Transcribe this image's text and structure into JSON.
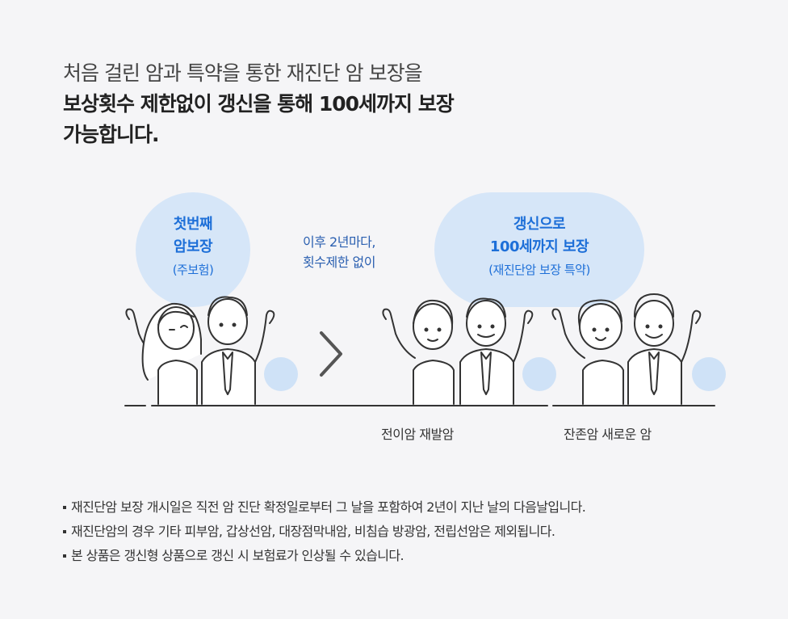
{
  "headline": {
    "line1": "처음 걸린 암과 특약을 통한 재진단 암 보장을",
    "line2": "보상횟수 제한없이 갱신을 통해 100세까지 보장",
    "line3": "가능합니다."
  },
  "bubble_left": {
    "title1": "첫번째",
    "title2": "암보장",
    "sub": "(주보험)"
  },
  "mid_note": {
    "line1": "이후 2년마다,",
    "line2": "횟수제한 없이"
  },
  "bubble_right": {
    "title1": "갱신으로",
    "title2": "100세까지 보장",
    "sub": "(재진단암 보장 특약)"
  },
  "labels": {
    "group1": "전이암   재발암",
    "group2": "잔존암   새로운 암"
  },
  "notes": [
    "재진단암 보장 개시일은 직전 암 진단 확정일로부터 그 날을 포함하여 2년이 지난 날의 다음날입니다.",
    "재진단암의 경우 기타 피부암, 갑상선암, 대장점막내암, 비침습 방광암, 전립선암은 제외됩니다.",
    "본 상품은 갱신형 상품으로 갱신 시 보험료가 인상될 수 있습니다."
  ],
  "colors": {
    "accent_blue": "#1d6fd8",
    "bubble_bg": "#d6e6f8",
    "circle_deco": "#cfe2f7",
    "line": "#333333"
  }
}
